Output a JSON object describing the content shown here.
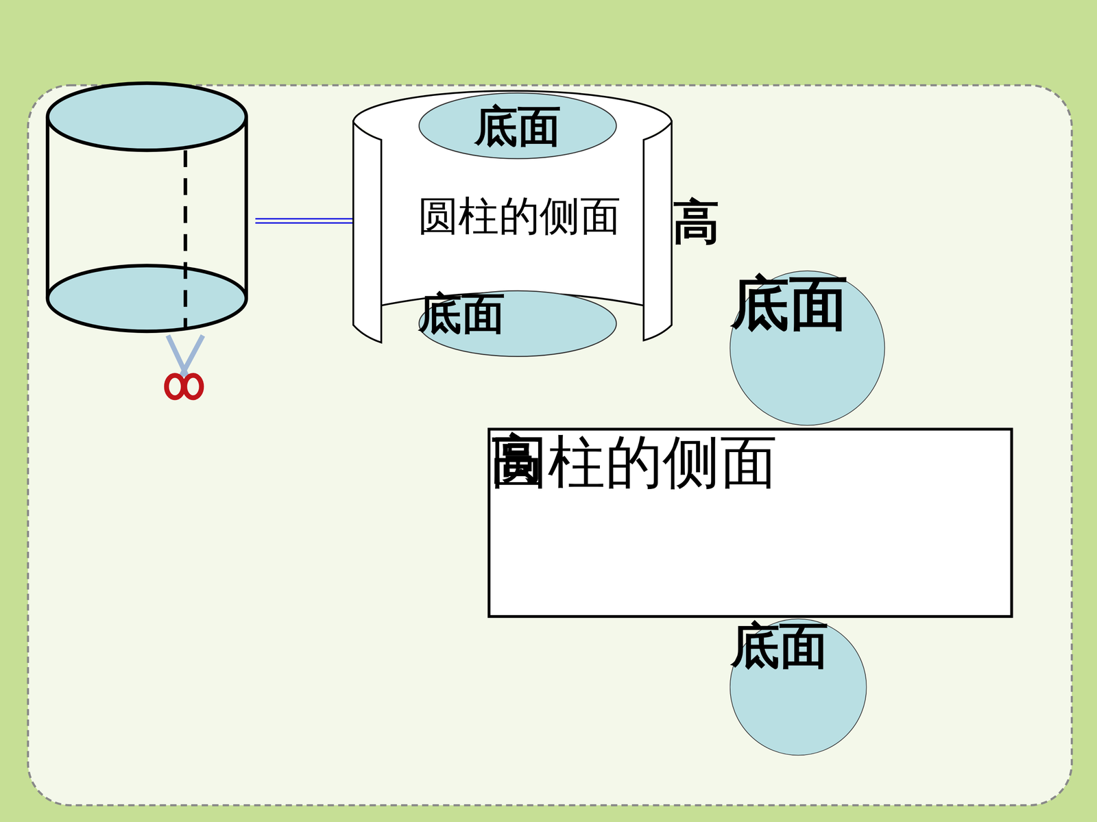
{
  "diagram": {
    "nodes": [
      {
        "text": [
          "底面"
        ],
        "in": 1
      },
      {
        "text": [
          "圆柱的侧面",
          "高"
        ]
      },
      {
        "text": [
          "底面"
        ],
        "in": 1
      },
      {
        "text": [
          "底面"
        ]
      },
      {
        "text": [
          "圆柱的侧面",
          "高"
        ]
      },
      {
        "text": [
          "底面"
        ]
      }
    ],
    "edges": [
      {
        "from": 1,
        "to": 4,
        "arrow": "to"
      }
    ]
  }
}
